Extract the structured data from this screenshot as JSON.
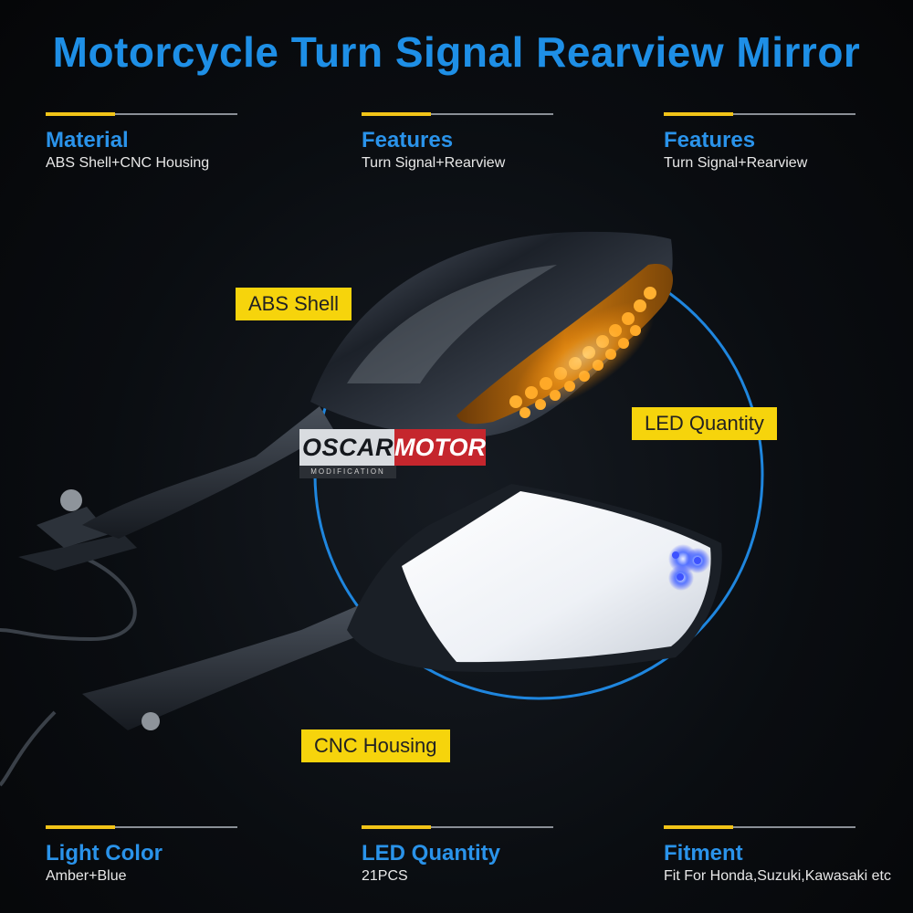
{
  "title": "Motorcycle Turn Signal Rearview Mirror",
  "top_specs": [
    {
      "heading": "Material",
      "value": "ABS Shell+CNC Housing"
    },
    {
      "heading": "Features",
      "value": "Turn Signal+Rearview"
    },
    {
      "heading": "Features",
      "value": "Turn Signal+Rearview"
    }
  ],
  "bottom_specs": [
    {
      "heading": "Light Color",
      "value": "Amber+Blue"
    },
    {
      "heading": "LED Quantity",
      "value": "21PCS"
    },
    {
      "heading": "Fitment",
      "value": "Fit For Honda,Suzuki,Kawasaki etc"
    }
  ],
  "callouts": {
    "abs_shell": "ABS Shell",
    "led_quantity": "LED Quantity",
    "cnc_housing": "CNC Housing"
  },
  "brand": {
    "part1": "OSCAR",
    "part2": "MOTOR",
    "tagline": "MODIFICATION"
  },
  "colors": {
    "heading_blue": "#2a93ea",
    "title_blue": "#1e8fe6",
    "accent_yellow": "#f6d40c",
    "amber_led": "#ff9a1a",
    "blue_led": "#4a6cff",
    "brand_red": "#c5262d"
  }
}
